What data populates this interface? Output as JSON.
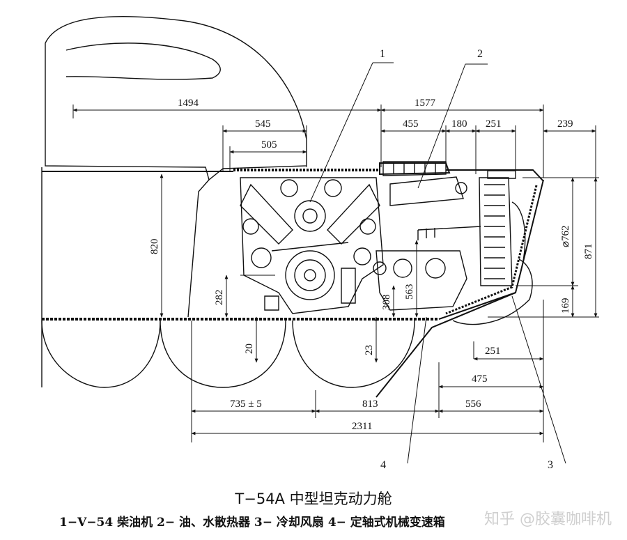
{
  "title": "T−54A 中型坦克动力舱",
  "legend": "1−V−54 柴油机   2− 油、水散热器   3− 冷却风扇   4− 定轴式机械变速箱",
  "watermark": "知乎 @胶囊咖啡机",
  "callouts": {
    "c1": "1",
    "c2": "2",
    "c3": "3",
    "c4": "4"
  },
  "dimensions": {
    "d1494": "1494",
    "d1577": "1577",
    "d545": "545",
    "d505": "505",
    "d455": "455",
    "d180": "180",
    "d251top": "251",
    "d239": "239",
    "d820": "820",
    "d282": "282",
    "d308": "308",
    "d563": "563",
    "d762": "⌀762",
    "d871": "871",
    "d169": "169",
    "d20": "20",
    "d23": "23",
    "d251bot": "251",
    "d475": "475",
    "d735": "735 ± 5",
    "d813": "813",
    "d556": "556",
    "d2311": "2311"
  }
}
